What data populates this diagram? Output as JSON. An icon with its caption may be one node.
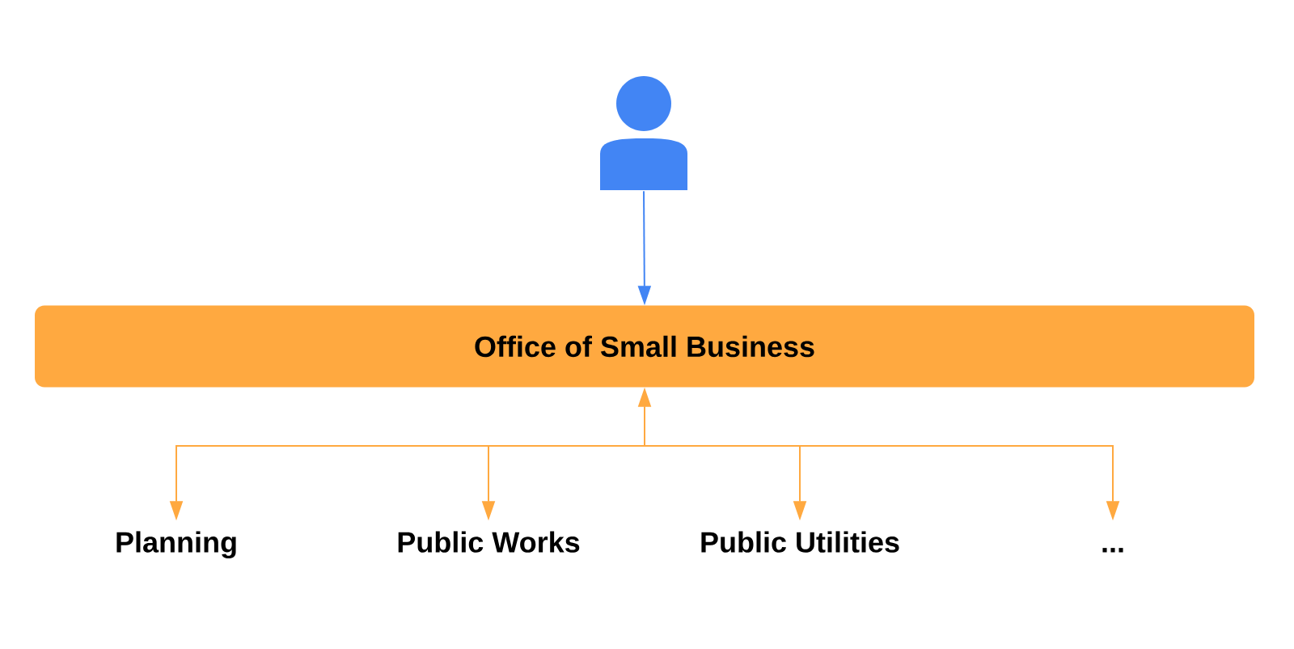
{
  "diagram": {
    "nodes": [
      {
        "text": [],
        "shape": "person"
      },
      {
        "text": [
          "Office of Small Business"
        ]
      },
      {
        "text": [
          "Planning"
        ]
      },
      {
        "text": [
          "Public Works"
        ]
      },
      {
        "text": [
          "Public Utilities"
        ]
      },
      {
        "text": [
          "..."
        ]
      }
    ],
    "edges": [
      {
        "from": 0,
        "to": 1,
        "arrow": "to",
        "color": "#4285f4"
      },
      {
        "from": 1,
        "to": 2,
        "arrow": "both",
        "color": "#ffa940"
      },
      {
        "from": 1,
        "to": 3,
        "arrow": "both",
        "color": "#ffa940"
      },
      {
        "from": 1,
        "to": 4,
        "arrow": "both",
        "color": "#ffa940"
      },
      {
        "from": 1,
        "to": 5,
        "arrow": "both",
        "color": "#ffa940"
      }
    ]
  }
}
